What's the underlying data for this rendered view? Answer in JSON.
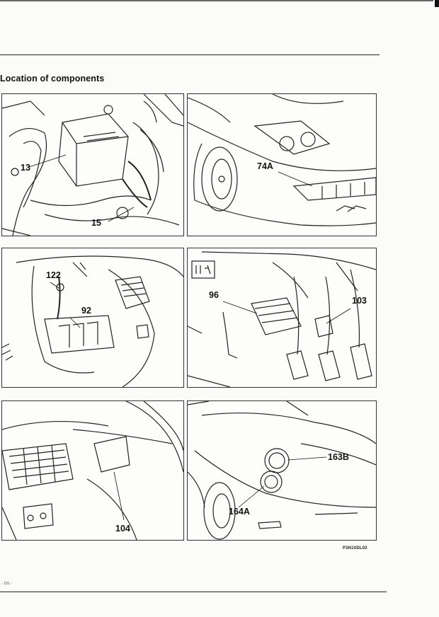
{
  "page": {
    "section_title": "Location of components",
    "figure_code": "P3N10DL02",
    "page_number": "- 101 -"
  },
  "panels": [
    {
      "name": "engine-bay",
      "callouts": [
        "13",
        "15"
      ]
    },
    {
      "name": "front-headlight",
      "callouts": [
        "74A"
      ]
    },
    {
      "name": "dashboard-left",
      "callouts": [
        "122",
        "92"
      ]
    },
    {
      "name": "pedal-area",
      "callouts": [
        "96",
        "103"
      ]
    },
    {
      "name": "steering-column",
      "callouts": [
        "104"
      ]
    },
    {
      "name": "rear-lights",
      "callouts": [
        "163B",
        "164A"
      ]
    }
  ]
}
